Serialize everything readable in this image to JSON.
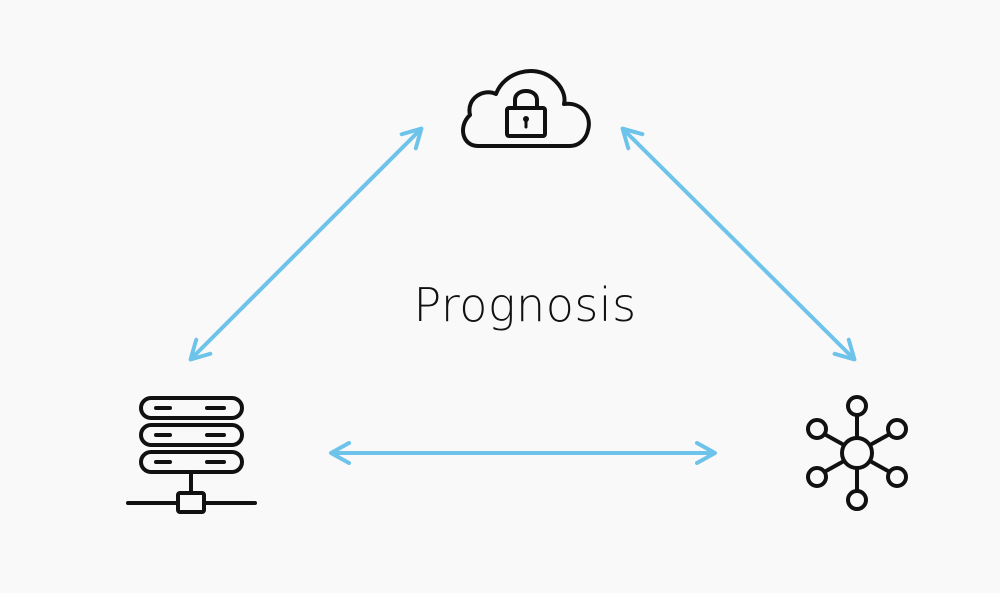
{
  "diagram": {
    "center_label": "Prognosis",
    "colors": {
      "arrow": "#6ec3ea",
      "icon_stroke": "#111111",
      "background": "#f9f9f9"
    },
    "nodes": [
      {
        "id": "cloud",
        "icon": "cloud-lock-icon"
      },
      {
        "id": "server",
        "icon": "server-network-icon"
      },
      {
        "id": "hub",
        "icon": "network-hub-icon"
      }
    ],
    "edges": [
      {
        "from": "server",
        "to": "cloud",
        "type": "bidirectional"
      },
      {
        "from": "cloud",
        "to": "hub",
        "type": "bidirectional"
      },
      {
        "from": "server",
        "to": "hub",
        "type": "bidirectional"
      }
    ]
  }
}
